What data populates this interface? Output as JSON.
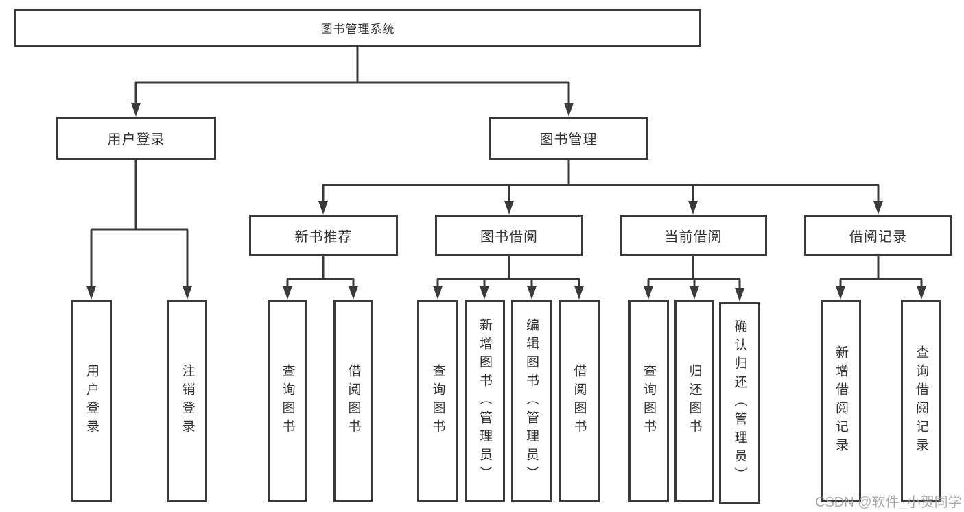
{
  "diagram": {
    "title": "library-management-system-function-tree",
    "root": {
      "label": "图书管理系统"
    },
    "level2": [
      {
        "id": "user-login",
        "label": "用户登录"
      },
      {
        "id": "book-management",
        "label": "图书管理"
      }
    ],
    "level3": [
      {
        "id": "new-book-recommend",
        "label": "新书推荐"
      },
      {
        "id": "book-borrowing",
        "label": "图书借阅"
      },
      {
        "id": "current-borrowing",
        "label": "当前借阅"
      },
      {
        "id": "borrowing-records",
        "label": "借阅记录"
      }
    ],
    "leaves": {
      "user_login": [
        {
          "label": "用户登录"
        },
        {
          "label": "注销登录"
        }
      ],
      "new_book": [
        {
          "label": "查询图书"
        },
        {
          "label": "借阅图书"
        }
      ],
      "book_borrowing": [
        {
          "label": "查询图书"
        },
        {
          "label": "新增图书（管理员）"
        },
        {
          "label": "编辑图书（管理员）"
        },
        {
          "label": "借阅图书"
        }
      ],
      "current_borrowing": [
        {
          "label": "查询图书"
        },
        {
          "label": "归还图书"
        },
        {
          "label": "确认归还（管理员）"
        }
      ],
      "borrowing_records": [
        {
          "label": "新增借阅记录"
        },
        {
          "label": "查询借阅记录"
        }
      ]
    }
  },
  "watermark": {
    "text": "CSDN @软件_小贺同学"
  },
  "colors": {
    "line": "#3a3a3a",
    "text": "#333333",
    "watermark": "#9e9e9e",
    "background": "#ffffff"
  }
}
